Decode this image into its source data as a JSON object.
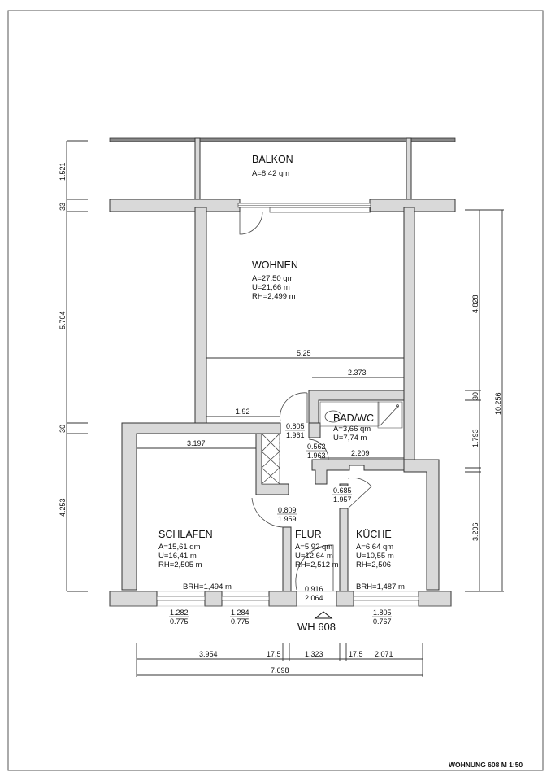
{
  "plan": {
    "title": "WOHNUNG 608 M 1:50",
    "unit_label": "WH 608",
    "rooms": [
      {
        "name": "BALKON",
        "area": "A=8,42 qm"
      },
      {
        "name": "WOHNEN",
        "area": "A=27,50 qm",
        "perimeter": "U=21,66 m",
        "height": "RH=2,499 m"
      },
      {
        "name": "BAD/WC",
        "area": "A=3,66 qm",
        "perimeter": "U=7,74 m"
      },
      {
        "name": "SCHLAFEN",
        "area": "A=15,61 qm",
        "perimeter": "U=16,41 m",
        "height": "RH=2,505 m",
        "sill": "BRH=1,494 m"
      },
      {
        "name": "FLUR",
        "area": "A=5,92 qm",
        "perimeter": "U=12,64 m",
        "height": "RH=2,512 m"
      },
      {
        "name": "KÜCHE",
        "area": "A=6,64 qm",
        "perimeter": "U=10,55 m",
        "height": "RH=2,506",
        "sill": "BRH=1,487 m"
      }
    ],
    "doors": [
      {
        "w": "0.805",
        "h": "1.961"
      },
      {
        "w": "0.562",
        "h": "1.963"
      },
      {
        "w": "0.809",
        "h": "1.959"
      },
      {
        "w": "0.685",
        "h": "1.957"
      },
      {
        "w": "0.916",
        "h": "2.064"
      }
    ],
    "windows": [
      {
        "w": "1.282",
        "h": "0.775"
      },
      {
        "w": "1.284",
        "h": "0.775"
      },
      {
        "w": "1.805",
        "h": "0.767"
      }
    ],
    "inner_dims": {
      "wohnen_width": "5.25",
      "bad_top": "2.373",
      "flur_top": "1.92",
      "schlafen_width": "3.197",
      "bad_bottom": "2.209"
    },
    "left_dims": [
      "1.521",
      "33",
      "5.704",
      "30",
      "4.253"
    ],
    "right_dims": [
      "4.828",
      "30",
      "1.793",
      "3.206"
    ],
    "right_total": "10.256",
    "bottom_dims": [
      "3.954",
      "17.5",
      "1.323",
      "17.5",
      "2.071"
    ],
    "bottom_total": "7.698"
  }
}
